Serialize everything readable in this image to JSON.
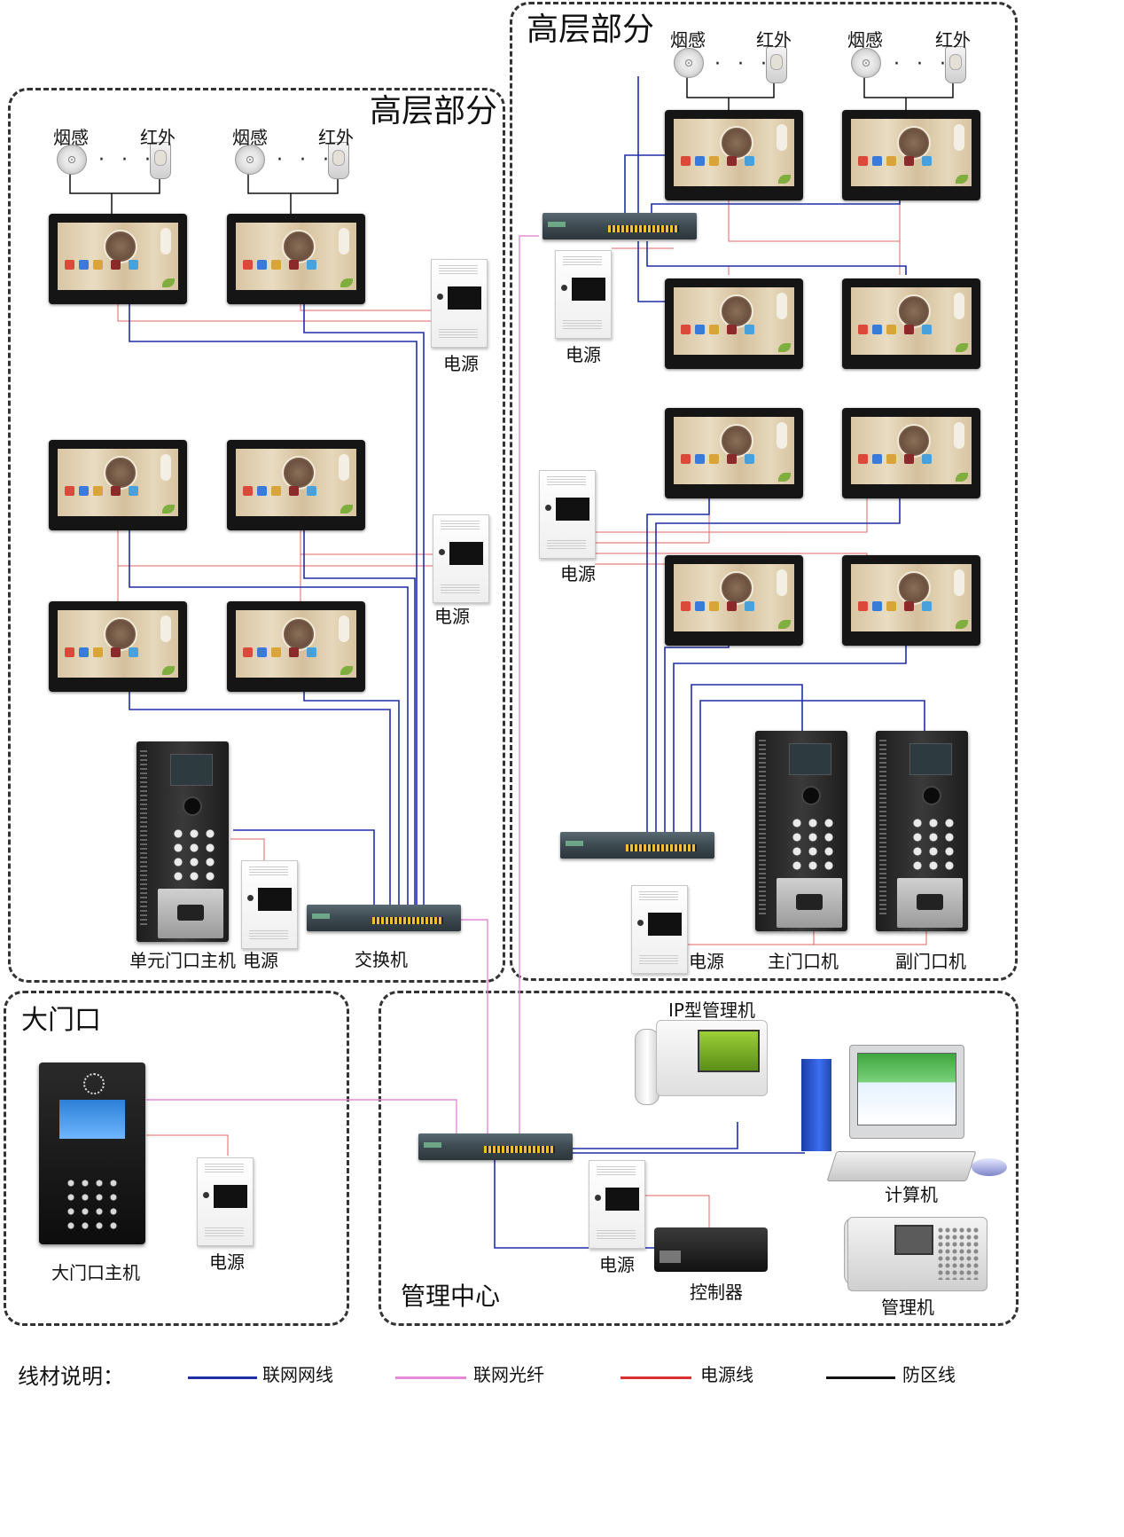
{
  "colors": {
    "network_cable": "#1f2fa8",
    "fiber": "#e48ad6",
    "power_cable": "#d93030",
    "alarm_cable": "#111111"
  },
  "zones": {
    "left_high_rise": "高层部分",
    "right_high_rise": "高层部分",
    "main_gate": "大门口",
    "management_center": "管理中心"
  },
  "sensors": {
    "smoke_label": "烟感",
    "infrared_label": "红外",
    "ellipsis": "· · ·"
  },
  "labels": {
    "power_supply": "电源",
    "switch": "交换机",
    "unit_door_station": "单元门口主机",
    "main_door_station": "主门口机",
    "sub_door_station": "副门口机",
    "ip_manager": "IP型管理机",
    "computer": "计算机",
    "controller": "控制器",
    "manager": "管理机",
    "gate_station": "大门口主机"
  },
  "legend": {
    "title": "线材说明：",
    "items": [
      {
        "label": "联网网线",
        "color": "#1f2fa8"
      },
      {
        "label": "联网光纤",
        "color": "#e48ad6"
      },
      {
        "label": "电源线",
        "color": "#d93030"
      },
      {
        "label": "防区线",
        "color": "#111111"
      }
    ]
  }
}
